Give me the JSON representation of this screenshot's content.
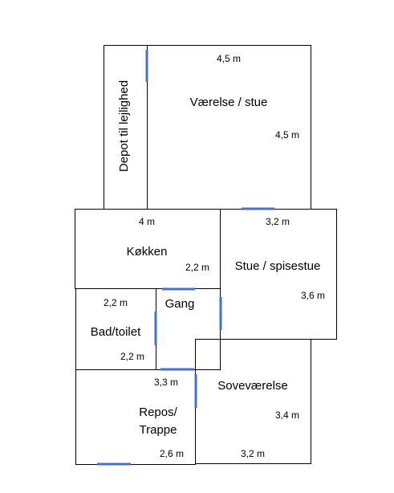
{
  "colors": {
    "background": "#ffffff",
    "wall": "#000000",
    "door": "#4472c4",
    "text": "#000000"
  },
  "rooms": {
    "depot": {
      "label": "Depot til lejlighed"
    },
    "vaerelse": {
      "label": "Værelse / stue",
      "width": "4,5 m",
      "depth": "4,5 m"
    },
    "koekken": {
      "label": "Køkken",
      "width": "4 m",
      "depth": "2,2 m"
    },
    "stue": {
      "label": "Stue / spisestue",
      "width": "3,2 m",
      "depth": "3,6 m"
    },
    "bad": {
      "label": "Bad/toilet",
      "width": "2,2 m",
      "depth": "2,2 m"
    },
    "gang": {
      "label": "Gang"
    },
    "repos": {
      "label_line1": "Repos/",
      "label_line2": "Trappe",
      "width": "3,3 m",
      "depth": "2,6 m"
    },
    "sove": {
      "label": "Soveværelse",
      "width": "3,2 m",
      "depth": "3,4 m"
    }
  }
}
